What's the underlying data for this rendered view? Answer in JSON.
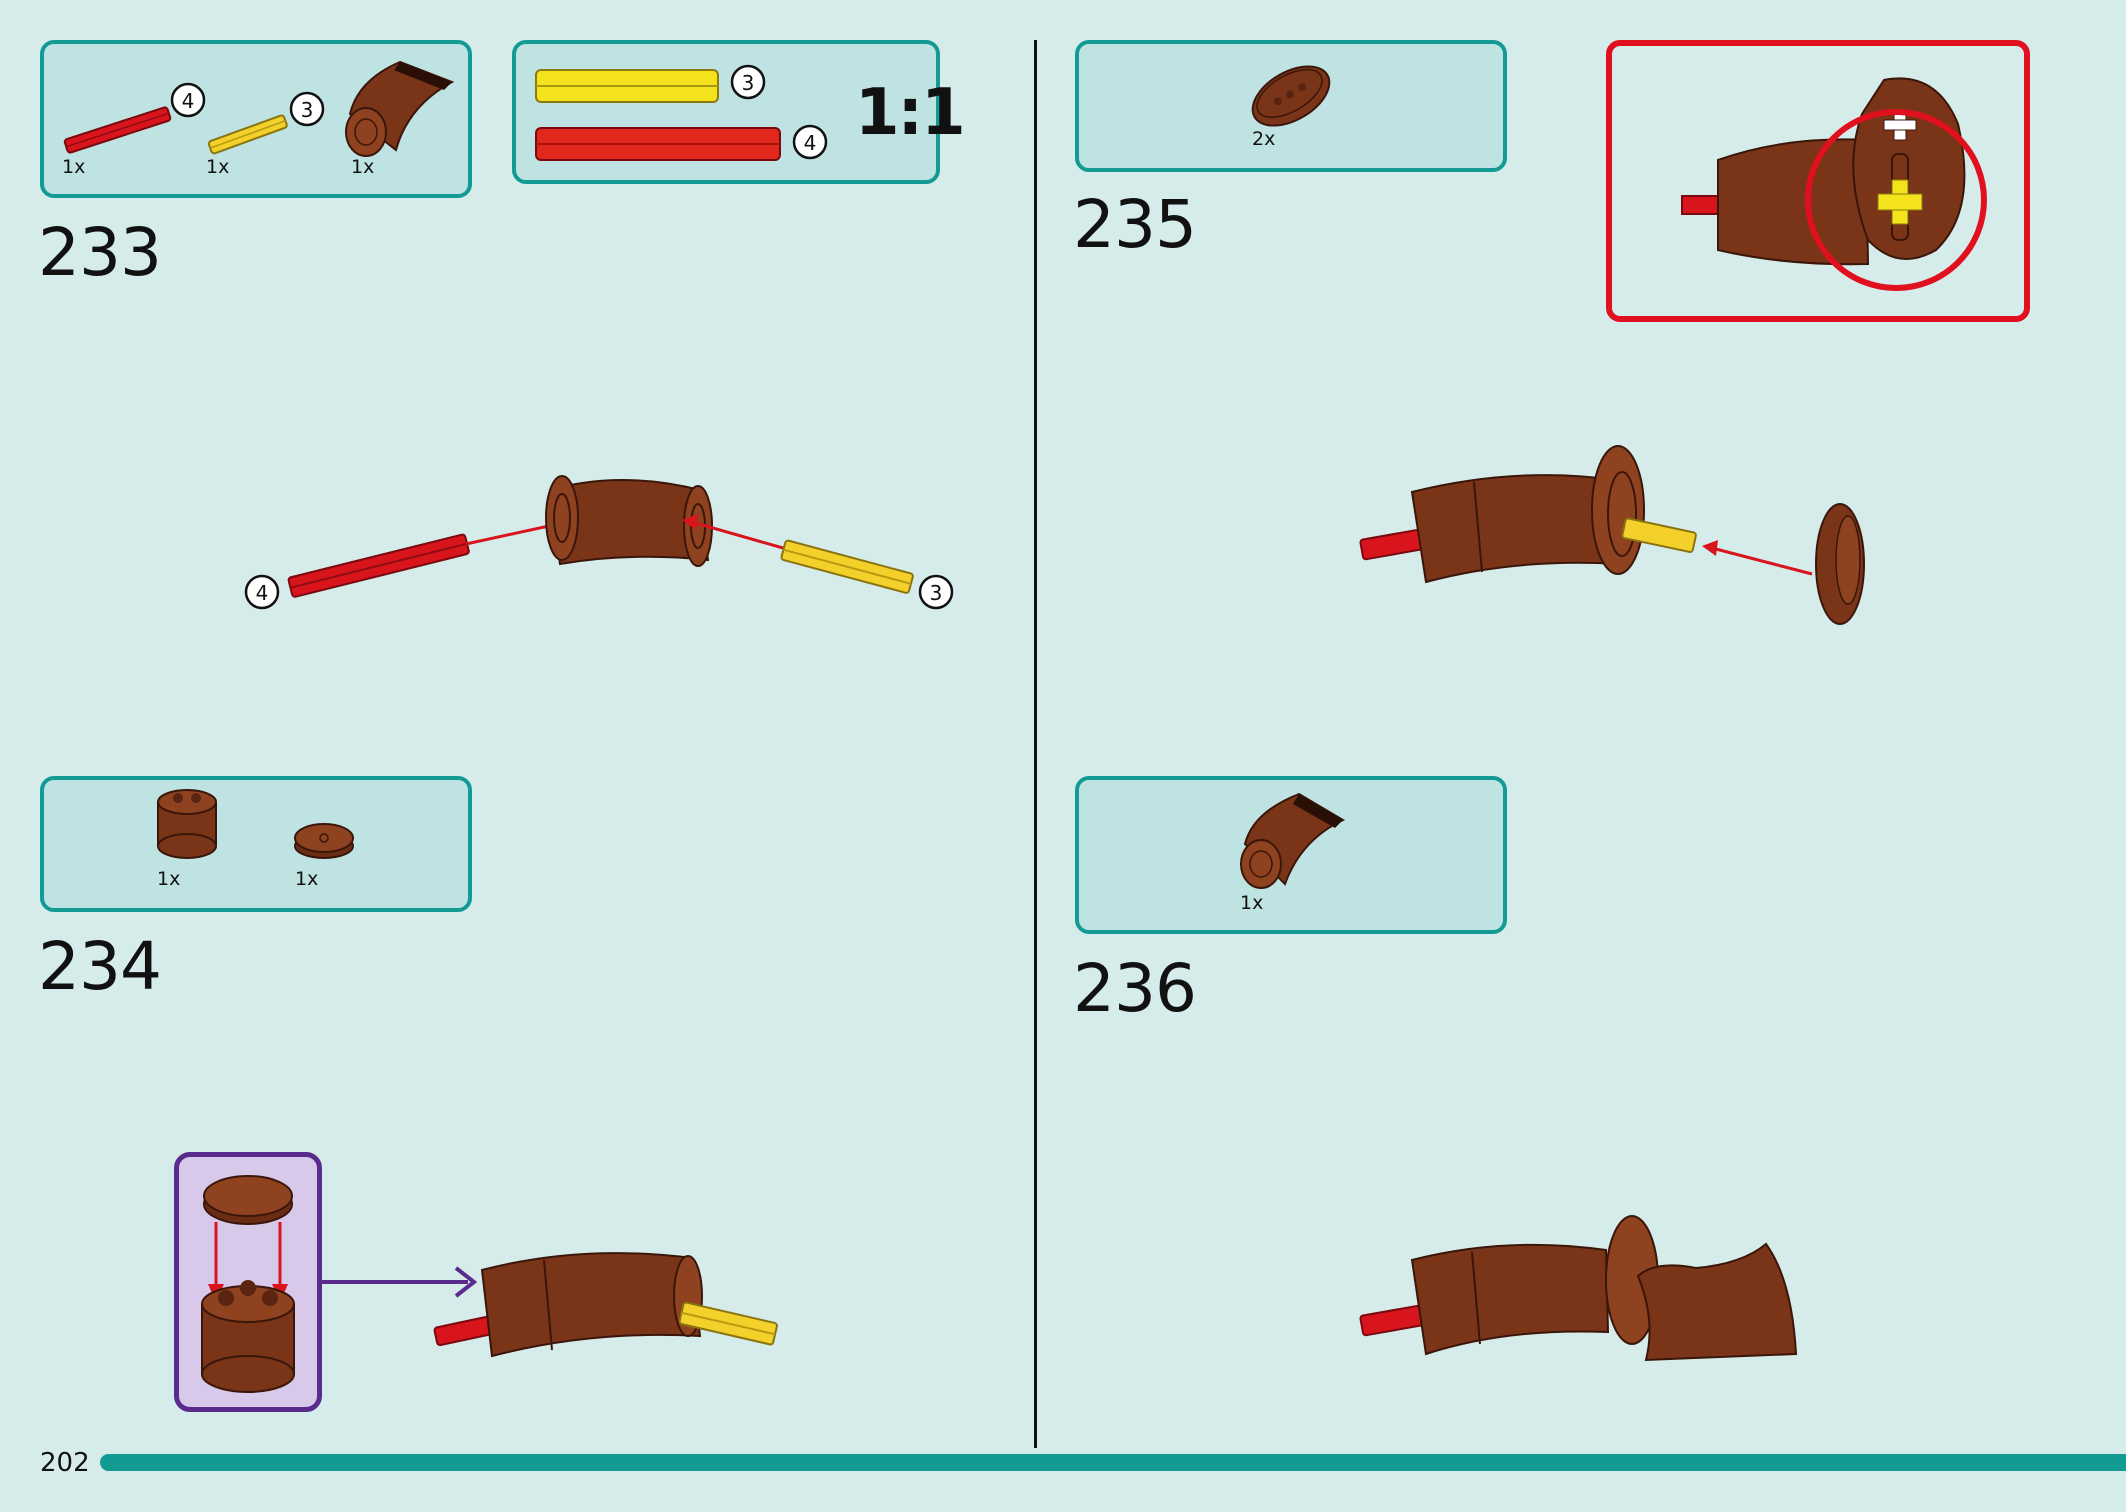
{
  "page": {
    "number": "202"
  },
  "scale_label": "1:1",
  "steps": [
    {
      "number": "233",
      "parts": [
        {
          "name": "axle-4-red",
          "qty": "1x",
          "callout": "4"
        },
        {
          "name": "axle-3-yellow",
          "qty": "1x",
          "callout": "3"
        },
        {
          "name": "curved-brick-brown",
          "qty": "1x"
        }
      ],
      "callouts": [
        "4",
        "3"
      ]
    },
    {
      "number": "234",
      "parts": [
        {
          "name": "round-brick-2x2-brown",
          "qty": "1x"
        },
        {
          "name": "round-tile-2x2-brown",
          "qty": "1x"
        }
      ]
    },
    {
      "number": "235",
      "parts": [
        {
          "name": "oval-plate-brown",
          "qty": "2x"
        }
      ]
    },
    {
      "number": "236",
      "parts": [
        {
          "name": "curved-brick-brown",
          "qty": "1x"
        }
      ]
    }
  ],
  "scale_callouts": [
    "3",
    "4"
  ],
  "colors": {
    "background": "#d5ecea",
    "parts_box": "#bfe3e2",
    "parts_border": "#139a93",
    "brown": "#7a3518",
    "red": "#d8141c",
    "yellow": "#f3d12a",
    "callout_red": "#e0101e",
    "subassembly_purple": "#5a2b8c"
  },
  "icons": [
    "arrow-icon",
    "callout-circle-icon"
  ]
}
